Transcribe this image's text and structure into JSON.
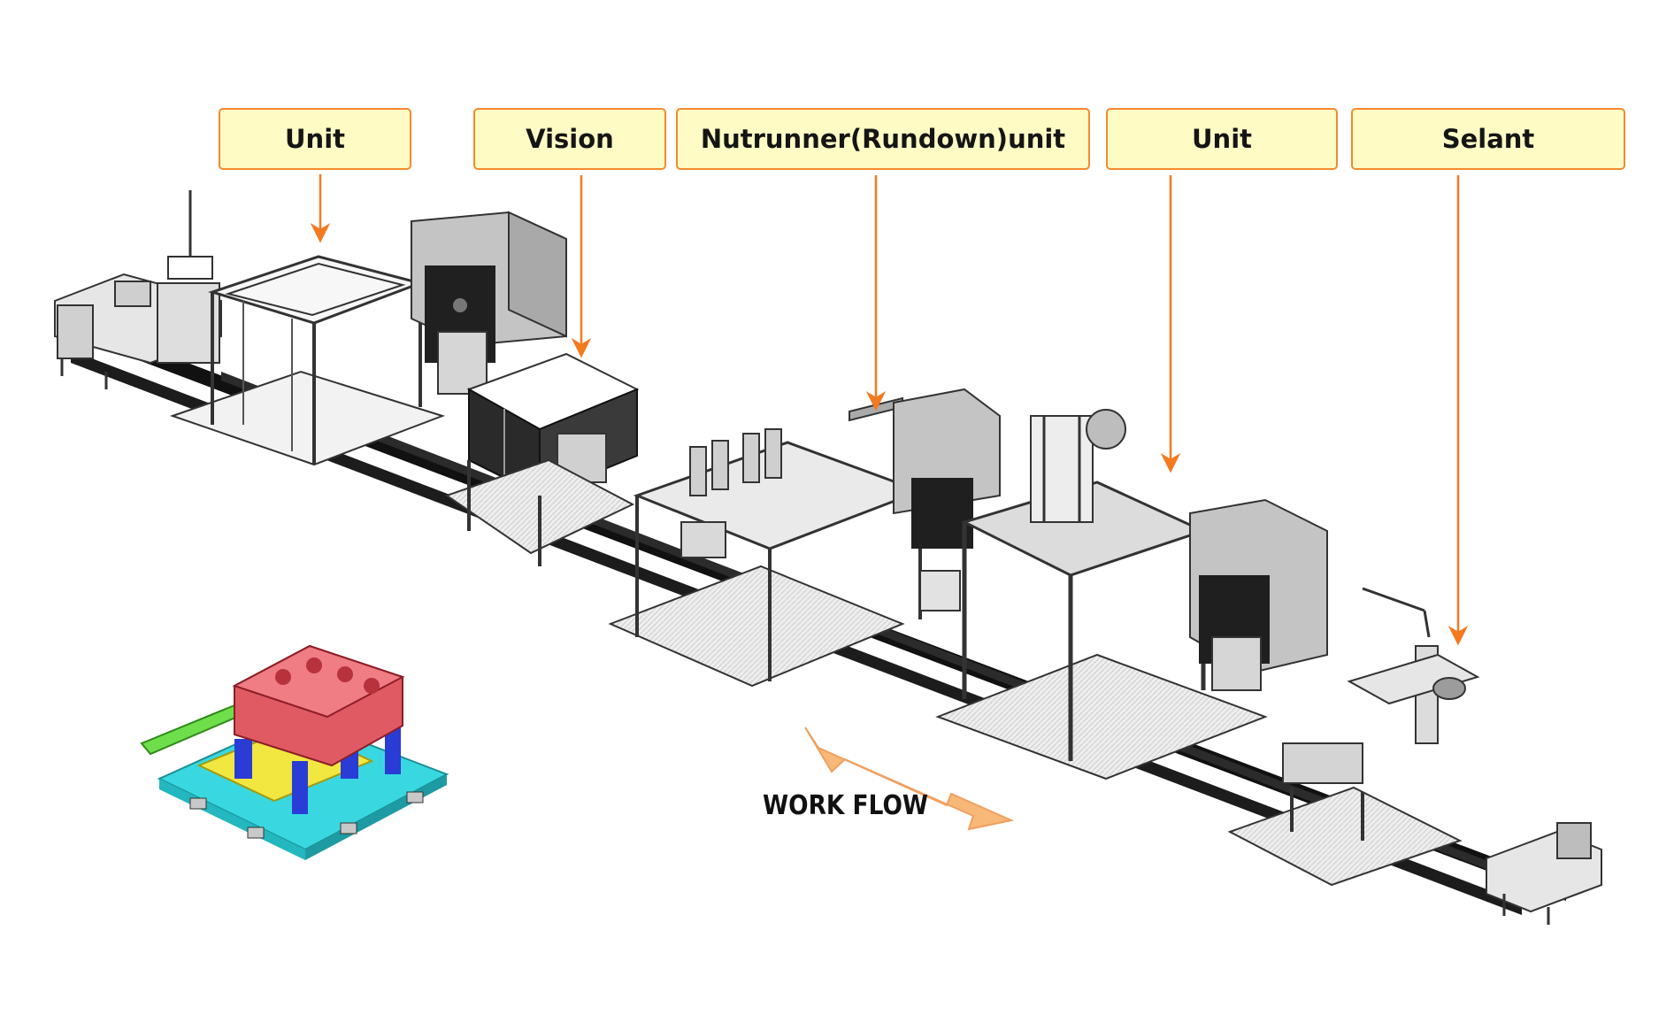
{
  "callouts": [
    {
      "id": "unit-1",
      "label": "Unit"
    },
    {
      "id": "vision",
      "label": "Vision"
    },
    {
      "id": "nutrunner",
      "label": "Nutrunner(Rundown)unit"
    },
    {
      "id": "unit-2",
      "label": "Unit"
    },
    {
      "id": "selant",
      "label": "Selant"
    }
  ],
  "workflow": {
    "label": "WORK FLOW"
  },
  "colors": {
    "callout_fill": "#fffbc4",
    "callout_border": "#f58a2e",
    "leader_arrow": "#f47a20",
    "workflow_arrow": "#f8b878",
    "machine_frame": "#e8e8e8",
    "machine_dark": "#1a1a1a",
    "cabinet_grey": "#bdbdbd",
    "engine_block": "#e05a63",
    "fixture_cyan": "#39d8e0",
    "fixture_yellow": "#f2e640",
    "fixture_green": "#6ede4a",
    "fixture_blue": "#2a3cd6"
  }
}
